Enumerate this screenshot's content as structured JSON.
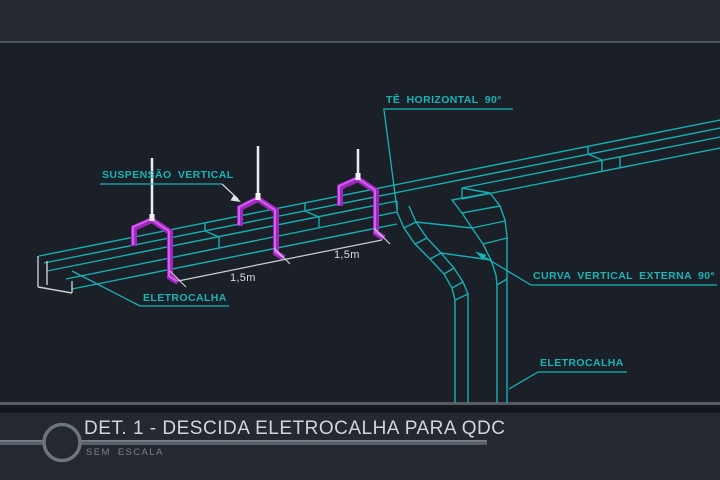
{
  "drawing": {
    "callouts": {
      "suspensao_vertical": "SUSPENSÃO VERTICAL",
      "te_horizontal": "TÊ HORIZONTAL 90°",
      "curva_vertical": "CURVA VERTICAL EXTERNA 90°",
      "eletrocalha_left": "ELETROCALHA",
      "eletrocalha_right": "ELETROCALHA"
    },
    "dimensions": {
      "span_1": "1,5m",
      "span_2": "1,5m"
    },
    "title_block": {
      "detail_title": "DET. 1 - DESCIDA ELETROCALHA PARA QDC",
      "scale_note": "SEM ESCALA"
    },
    "colors": {
      "line_cyan": "#14AFB2",
      "hanger_magenta": "#B433D6",
      "hanger_highlight": "#D55CF2",
      "dimension_white": "#CDCFD2",
      "background_main": "#1B2028",
      "background_band": "#252A32",
      "title_bar_gray": "#5A6069"
    }
  }
}
